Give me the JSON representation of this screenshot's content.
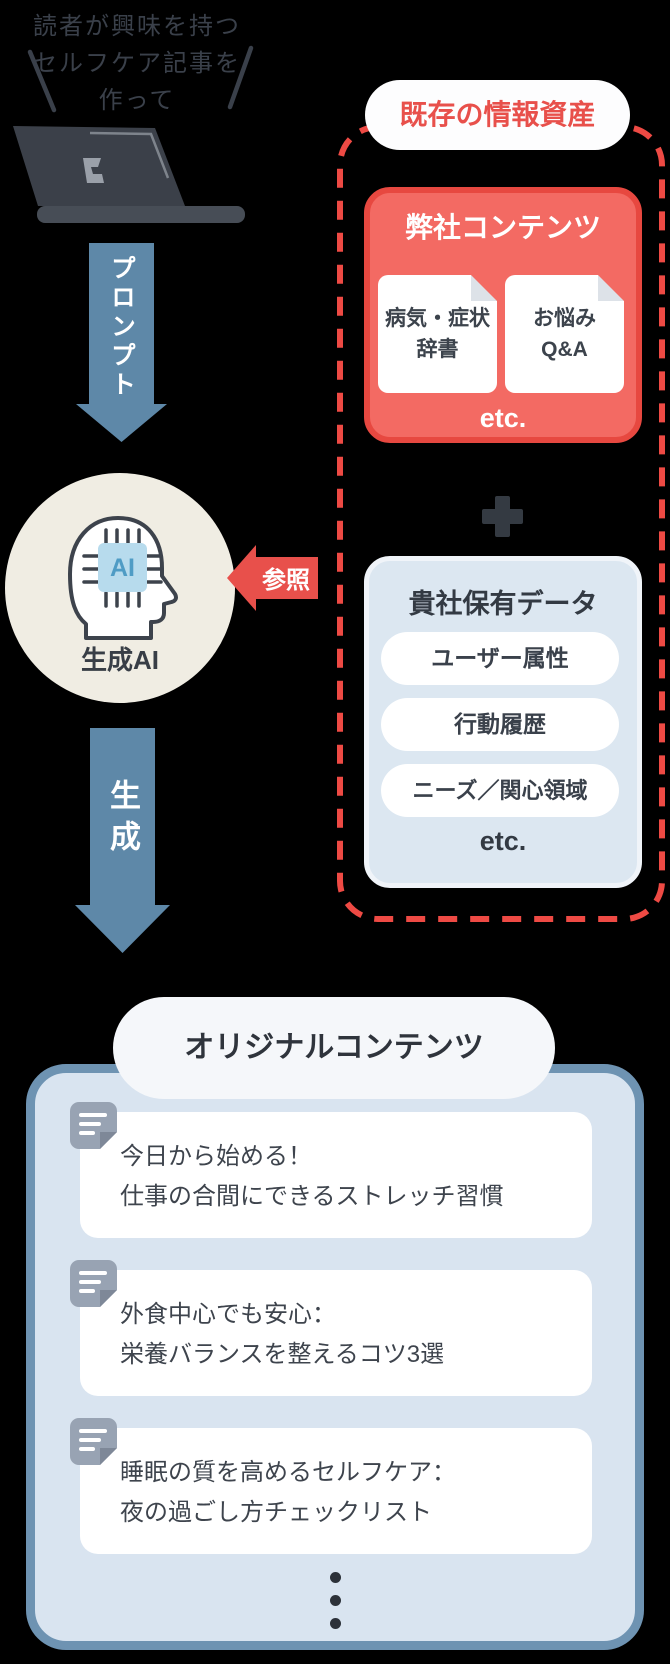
{
  "colors": {
    "background": "#000000",
    "accent_red": "#e8504b",
    "coral_fill": "#f36a63",
    "arrow_blue": "#5e88a8",
    "panel_border_blue": "#6e93b2",
    "panel_fill_blue": "#d9e4f0",
    "client_box_fill": "#dce7f1",
    "circle_beige": "#f0ede3",
    "chip_blue": "#b7dbed",
    "chip_text_blue": "#4f9cc5",
    "dark_text": "#343a43",
    "memo_icon_gray": "#98a3b3"
  },
  "prompt_note": {
    "lines": [
      "読者が興味を持つ",
      "セルフケア記事を",
      "作って"
    ]
  },
  "flow": {
    "prompt_arrow_label": "プロンプト",
    "reference_arrow_label": "参照",
    "generate_arrow_label": "生成",
    "ai_chip_label": "AI",
    "ai_label": "生成AI"
  },
  "assets_panel": {
    "title": "既存の情報資産",
    "company_box": {
      "title": "弊社コンテンツ",
      "documents": [
        {
          "line1": "病気・症状",
          "line2": "辞書"
        },
        {
          "line1": "お悩み",
          "line2": "Q&A"
        }
      ],
      "etc_label": "etc."
    },
    "plus_icon": "+",
    "client_box": {
      "title": "貴社保有データ",
      "items": [
        "ユーザー属性",
        "行動履歴",
        "ニーズ／関心領域"
      ],
      "etc_label": "etc."
    }
  },
  "output_panel": {
    "title": "オリジナルコンテンツ",
    "articles": [
      {
        "line1": "今日から始める！",
        "line2": "仕事の合間にできるストレッチ習慣"
      },
      {
        "line1": "外食中心でも安心：",
        "line2": "栄養バランスを整えるコツ3選"
      },
      {
        "line1": "睡眠の質を高めるセルフケア：",
        "line2": "夜の過ごし方チェックリスト"
      }
    ]
  }
}
